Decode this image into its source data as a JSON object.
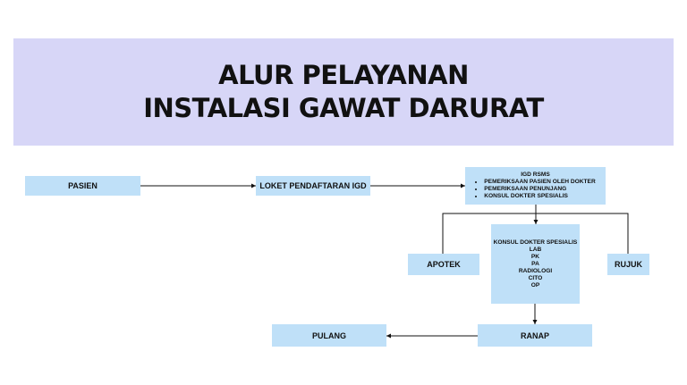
{
  "title": {
    "line1": "ALUR PELAYANAN",
    "line2": "INSTALASI GAWAT DARURAT"
  },
  "nodes": {
    "pasien": "PASIEN",
    "loket": "LOKET PENDAFTARAN IGD",
    "igd": {
      "heading": "IGD RSMS",
      "items": [
        "PEMERIKSAAN PASIEN OLEH DOKTER",
        "PEMERIKSAAN PENUNJANG",
        "KONSUL DOKTER SPESIALIS"
      ]
    },
    "apotek": "APOTEK",
    "rujuk": "RUJUK",
    "konsul": {
      "lines": [
        "KONSUL DOKTER SPESIALIS",
        "LAB",
        "PK",
        "PA",
        "RADIOLOGI",
        "CITO",
        "OP"
      ]
    },
    "ranap": "RANAP",
    "pulang": "PULANG"
  },
  "colors": {
    "banner": "#d7d6f7",
    "box": "#bfe0f8",
    "line": "#111111"
  }
}
